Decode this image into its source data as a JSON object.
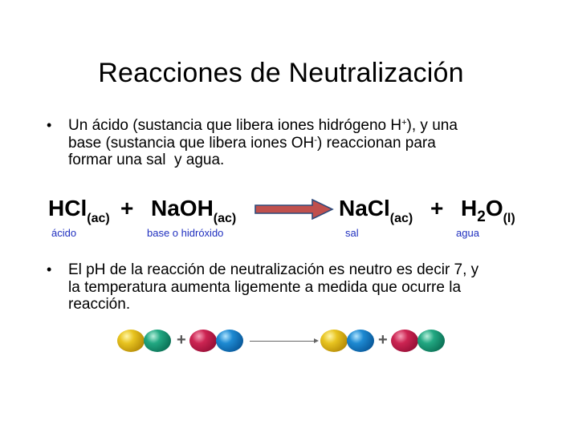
{
  "slide": {
    "title": "Reacciones de Neutralización",
    "bullets": [
      {
        "bullet_glyph": "•",
        "lines": [
          {
            "pre": "Un ácido (sustancia que libera iones hidrógeno H",
            "sup": "+",
            "post": "), y una"
          },
          {
            "pre": "base (sustancia que libera iones OH",
            "sup": "-",
            "post": ") reaccionan para"
          },
          {
            "pre": "formar una sal  y agua.",
            "sup": "",
            "post": ""
          }
        ]
      },
      {
        "bullet_glyph": "•",
        "lines": [
          {
            "pre": "El pH de la reacción de neutralización es neutro es decir 7, y"
          },
          {
            "pre": "la temperatura aumenta ligemente a medida que ocurre la"
          },
          {
            "pre": "reacción."
          }
        ]
      }
    ],
    "equation": {
      "reactant1": {
        "formula": "HCl",
        "state": "(ac)",
        "label": "ácido"
      },
      "plus1": "+",
      "reactant2": {
        "formula": "NaOH",
        "state": "(ac)",
        "label": "base o hidróxido"
      },
      "arrow": {
        "fill": "#c0504d",
        "stroke": "#2f4a7a"
      },
      "product1": {
        "formula": "NaCl",
        "state": "(ac)",
        "label": "sal"
      },
      "plus2": "+",
      "product2": {
        "formula_pre": "H",
        "formula_sub": "2",
        "formula_post": "O",
        "state": "(l)",
        "label": "agua"
      },
      "label_color": "#1f2fbf"
    },
    "molecule_diagram": {
      "plus": "+",
      "reactants": [
        [
          "yellow",
          "green"
        ],
        [
          "red",
          "blue"
        ]
      ],
      "products": [
        [
          "yellow",
          "blue"
        ],
        [
          "red",
          "green"
        ]
      ],
      "colors": {
        "yellow": "#e0b818",
        "green": "#1a9a78",
        "red": "#c41e4a",
        "blue": "#1a80c8"
      }
    }
  }
}
